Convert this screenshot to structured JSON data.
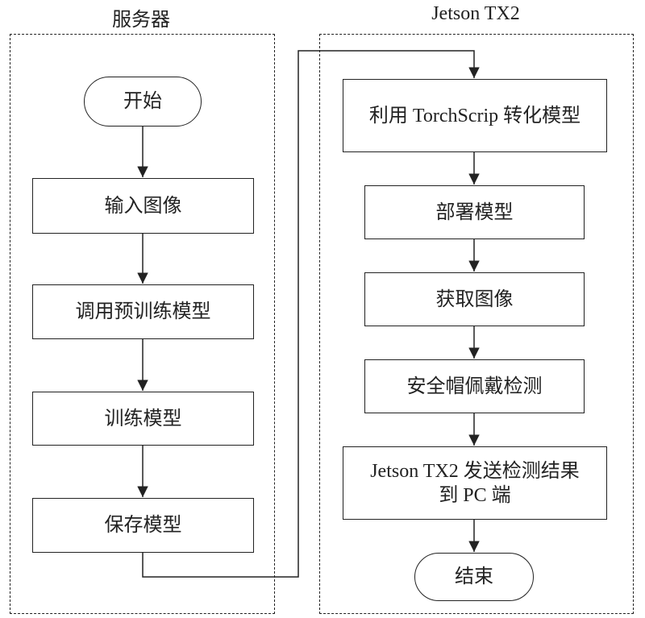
{
  "groups": {
    "server": {
      "title": "服务器"
    },
    "jetson": {
      "title": "Jetson TX2"
    }
  },
  "server_nodes": [
    {
      "label": "开始",
      "kind": "terminal"
    },
    {
      "label": "输入图像",
      "kind": "process"
    },
    {
      "label": "调用预训练模型",
      "kind": "process"
    },
    {
      "label": "训练模型",
      "kind": "process"
    },
    {
      "label": "保存模型",
      "kind": "process"
    }
  ],
  "jetson_nodes": [
    {
      "label": "利用 TorchScrip 转化模型",
      "kind": "process"
    },
    {
      "label": "部署模型",
      "kind": "process"
    },
    {
      "label": "获取图像",
      "kind": "process"
    },
    {
      "label": "安全帽佩戴检测",
      "kind": "process"
    },
    {
      "label_line1": "Jetson TX2 发送检测结果",
      "label_line2": "到 PC 端",
      "kind": "process"
    },
    {
      "label": "结束",
      "kind": "terminal"
    }
  ],
  "colors": {
    "stroke": "#222222",
    "background": "#ffffff"
  }
}
